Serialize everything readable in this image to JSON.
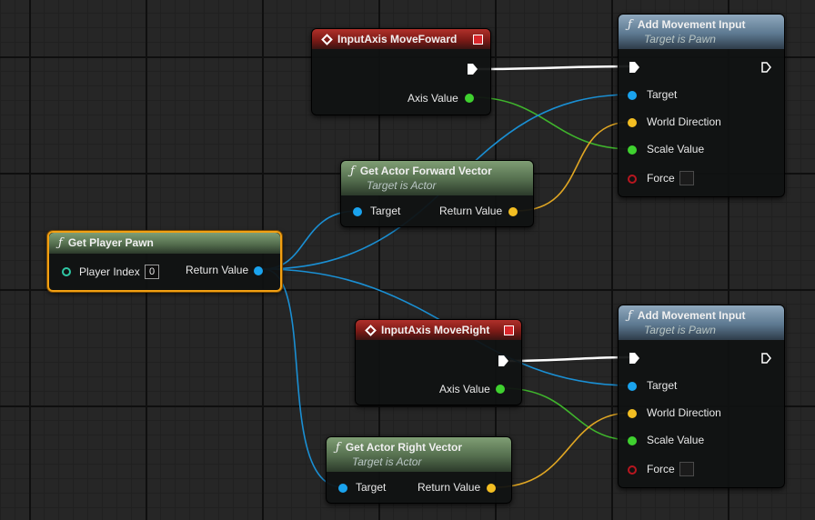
{
  "colors": {
    "exec": "#ffffff",
    "object_pin": "#1aa3ee",
    "float_pin": "#3fd12f",
    "vector_pin": "#f3be22",
    "bool_pin": "#b8161f",
    "int_pin": "#2fc7a4",
    "selection": "#f2a013"
  },
  "nodes": {
    "input_forward": {
      "title": "InputAxis MoveFoward",
      "axis_value": "Axis Value"
    },
    "input_right": {
      "title": "InputAxis MoveRight",
      "axis_value": "Axis Value"
    },
    "get_forward": {
      "title": "Get Actor Forward Vector",
      "subtitle": "Target is Actor",
      "target": "Target",
      "return_value": "Return Value"
    },
    "get_right": {
      "title": "Get Actor Right Vector",
      "subtitle": "Target is Actor",
      "target": "Target",
      "return_value": "Return Value"
    },
    "get_pawn": {
      "title": "Get Player Pawn",
      "player_index": "Player Index",
      "player_index_value": "0",
      "return_value": "Return Value"
    },
    "add_move_1": {
      "title": "Add Movement Input",
      "subtitle": "Target is Pawn",
      "target": "Target",
      "world_direction": "World Direction",
      "scale_value": "Scale Value",
      "force": "Force"
    },
    "add_move_2": {
      "title": "Add Movement Input",
      "subtitle": "Target is Pawn",
      "target": "Target",
      "world_direction": "World Direction",
      "scale_value": "Scale Value",
      "force": "Force"
    }
  },
  "icons": {
    "function": "function-icon",
    "event": "event-diamond-icon",
    "exec": "exec-pin-icon"
  }
}
